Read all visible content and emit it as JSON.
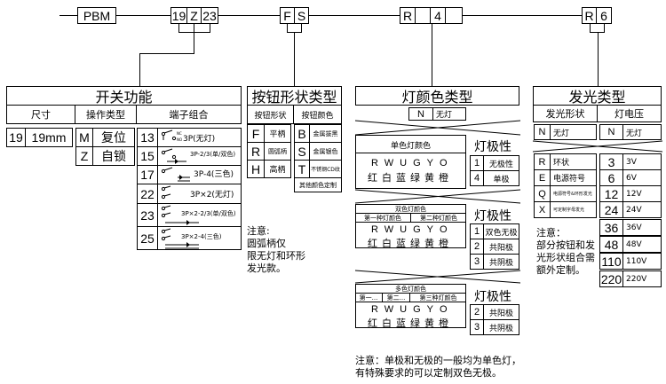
{
  "top_code": {
    "prefix": "PBM",
    "seg1": [
      "19",
      "Z",
      "23"
    ],
    "seg2": [
      "F",
      "S"
    ],
    "seg3": [
      "R",
      "",
      "4"
    ],
    "seg4": [
      "R",
      "6"
    ]
  },
  "switch": {
    "title": "开关功能",
    "headers": [
      "尺寸",
      "操作类型",
      "端子组合"
    ],
    "size": {
      "code": "19",
      "label": "19mm"
    },
    "operation": [
      {
        "code": "M",
        "label": "复位"
      },
      {
        "code": "Z",
        "label": "自锁"
      }
    ],
    "terminals": [
      {
        "code": "13",
        "label": "3P(无灯)"
      },
      {
        "code": "15",
        "label": "3P-2/3(单/双色)"
      },
      {
        "code": "17",
        "label": "3P-4(三色)"
      },
      {
        "code": "22",
        "label": "3P×2(无灯)"
      },
      {
        "code": "23",
        "label": "3P×2-2/3(单/双色)"
      },
      {
        "code": "25",
        "label": "3P×2-4(三色)"
      }
    ]
  },
  "button": {
    "title": "按钮形状类型",
    "headers": [
      "按钮形状",
      "按钮颜色"
    ],
    "shapes": [
      {
        "code": "F",
        "label": "平柄"
      },
      {
        "code": "R",
        "label": "圆弧柄"
      },
      {
        "code": "H",
        "label": "高柄"
      }
    ],
    "colors": [
      {
        "code": "B",
        "label": "金属拔黑"
      },
      {
        "code": "S",
        "label": "金属银色"
      },
      {
        "code": "T",
        "label": "不锈钢CD纹"
      }
    ],
    "custom": "其他颜色定制",
    "note": [
      "注意:",
      "圆弧柄仅",
      "限无灯和环形",
      "发光款。"
    ]
  },
  "light": {
    "title": "灯颜色类型",
    "none": {
      "code": "N",
      "label": "无灯"
    },
    "single": {
      "title": "单色灯颜色",
      "letters": "RWUGYO",
      "chars": "红白蓝绿黄橙",
      "polarity_title": "灯极性",
      "polarity": [
        {
          "code": "1",
          "label": "无极性"
        },
        {
          "code": "4",
          "label": "单极"
        }
      ]
    },
    "dual": {
      "title": "双色灯颜色",
      "sub": [
        "第一种灯颜色",
        "第二种灯颜色"
      ],
      "letters": "RWUGYO",
      "chars": "红白蓝绿黄橙",
      "polarity_title": "灯极性",
      "polarity": [
        {
          "code": "1",
          "label": "双色无极"
        },
        {
          "code": "2",
          "label": "共阳极"
        },
        {
          "code": "3",
          "label": "共阴极"
        }
      ]
    },
    "multi": {
      "title": "多色灯颜色",
      "sub": [
        "第一...",
        "第二...",
        "第三种灯颜色"
      ],
      "letters": "RWUGYO",
      "chars": "红白蓝绿黄橙",
      "polarity_title": "灯极性",
      "polarity": [
        {
          "code": "2",
          "label": "共阳极"
        },
        {
          "code": "3",
          "label": "共阴极"
        }
      ]
    },
    "note": [
      "注意：单极和无极的一般均为单色灯，",
      "有特殊要求的可以定制双色无极。"
    ]
  },
  "glow": {
    "title": "发光类型",
    "headers": [
      "发光形状",
      "灯电压"
    ],
    "shape_none": {
      "code": "N",
      "label": "无灯"
    },
    "voltage_none": {
      "code": "N",
      "label": "无灯"
    },
    "shapes": [
      {
        "code": "R",
        "label": "环状"
      },
      {
        "code": "E",
        "label": "电源符号"
      },
      {
        "code": "Q",
        "label": "电源符号&环形发光"
      },
      {
        "code": "X",
        "label": "可定制字母发光"
      }
    ],
    "voltages": [
      {
        "code": "3",
        "label": "3V"
      },
      {
        "code": "6",
        "label": "6V"
      },
      {
        "code": "12",
        "label": "12V"
      },
      {
        "code": "24",
        "label": "24V"
      },
      {
        "code": "36",
        "label": "36V"
      },
      {
        "code": "48",
        "label": "48V"
      },
      {
        "code": "110",
        "label": "110V"
      },
      {
        "code": "220",
        "label": "220V"
      }
    ],
    "note": [
      "注意：",
      "部分按钮和发",
      "光形状组合需",
      "额外定制。"
    ]
  }
}
